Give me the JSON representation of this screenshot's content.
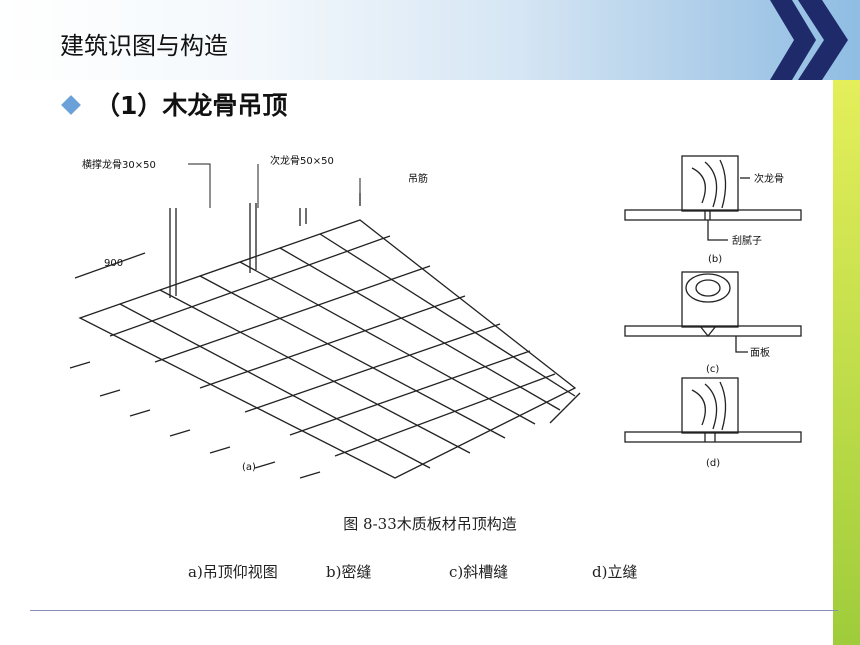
{
  "header": {
    "title": "建筑识图与构造"
  },
  "subtitle": "（1）木龙骨吊顶",
  "figure": {
    "main_labels": {
      "horizontal_joist": "横撑龙骨30×50",
      "secondary_joist": "次龙骨50×50",
      "hanger": "吊筋",
      "spacing": "900",
      "part_a": "(a)"
    },
    "detail_labels": {
      "secondary_joist": "次龙骨",
      "putty": "刮腻子",
      "panel": "面板",
      "part_b": "(b)",
      "part_c": "(c)",
      "part_d": "(d)"
    }
  },
  "caption": "图 8-33木质板材吊顶构造",
  "subcaptions": [
    "a)吊顶仰视图",
    "b)密缝",
    "c)斜槽缝",
    "d)立缝"
  ],
  "colors": {
    "accent_blue": "#6aa1d8",
    "nav_dark": "#1f2a6b",
    "strip_green": "#9fcc3b"
  }
}
